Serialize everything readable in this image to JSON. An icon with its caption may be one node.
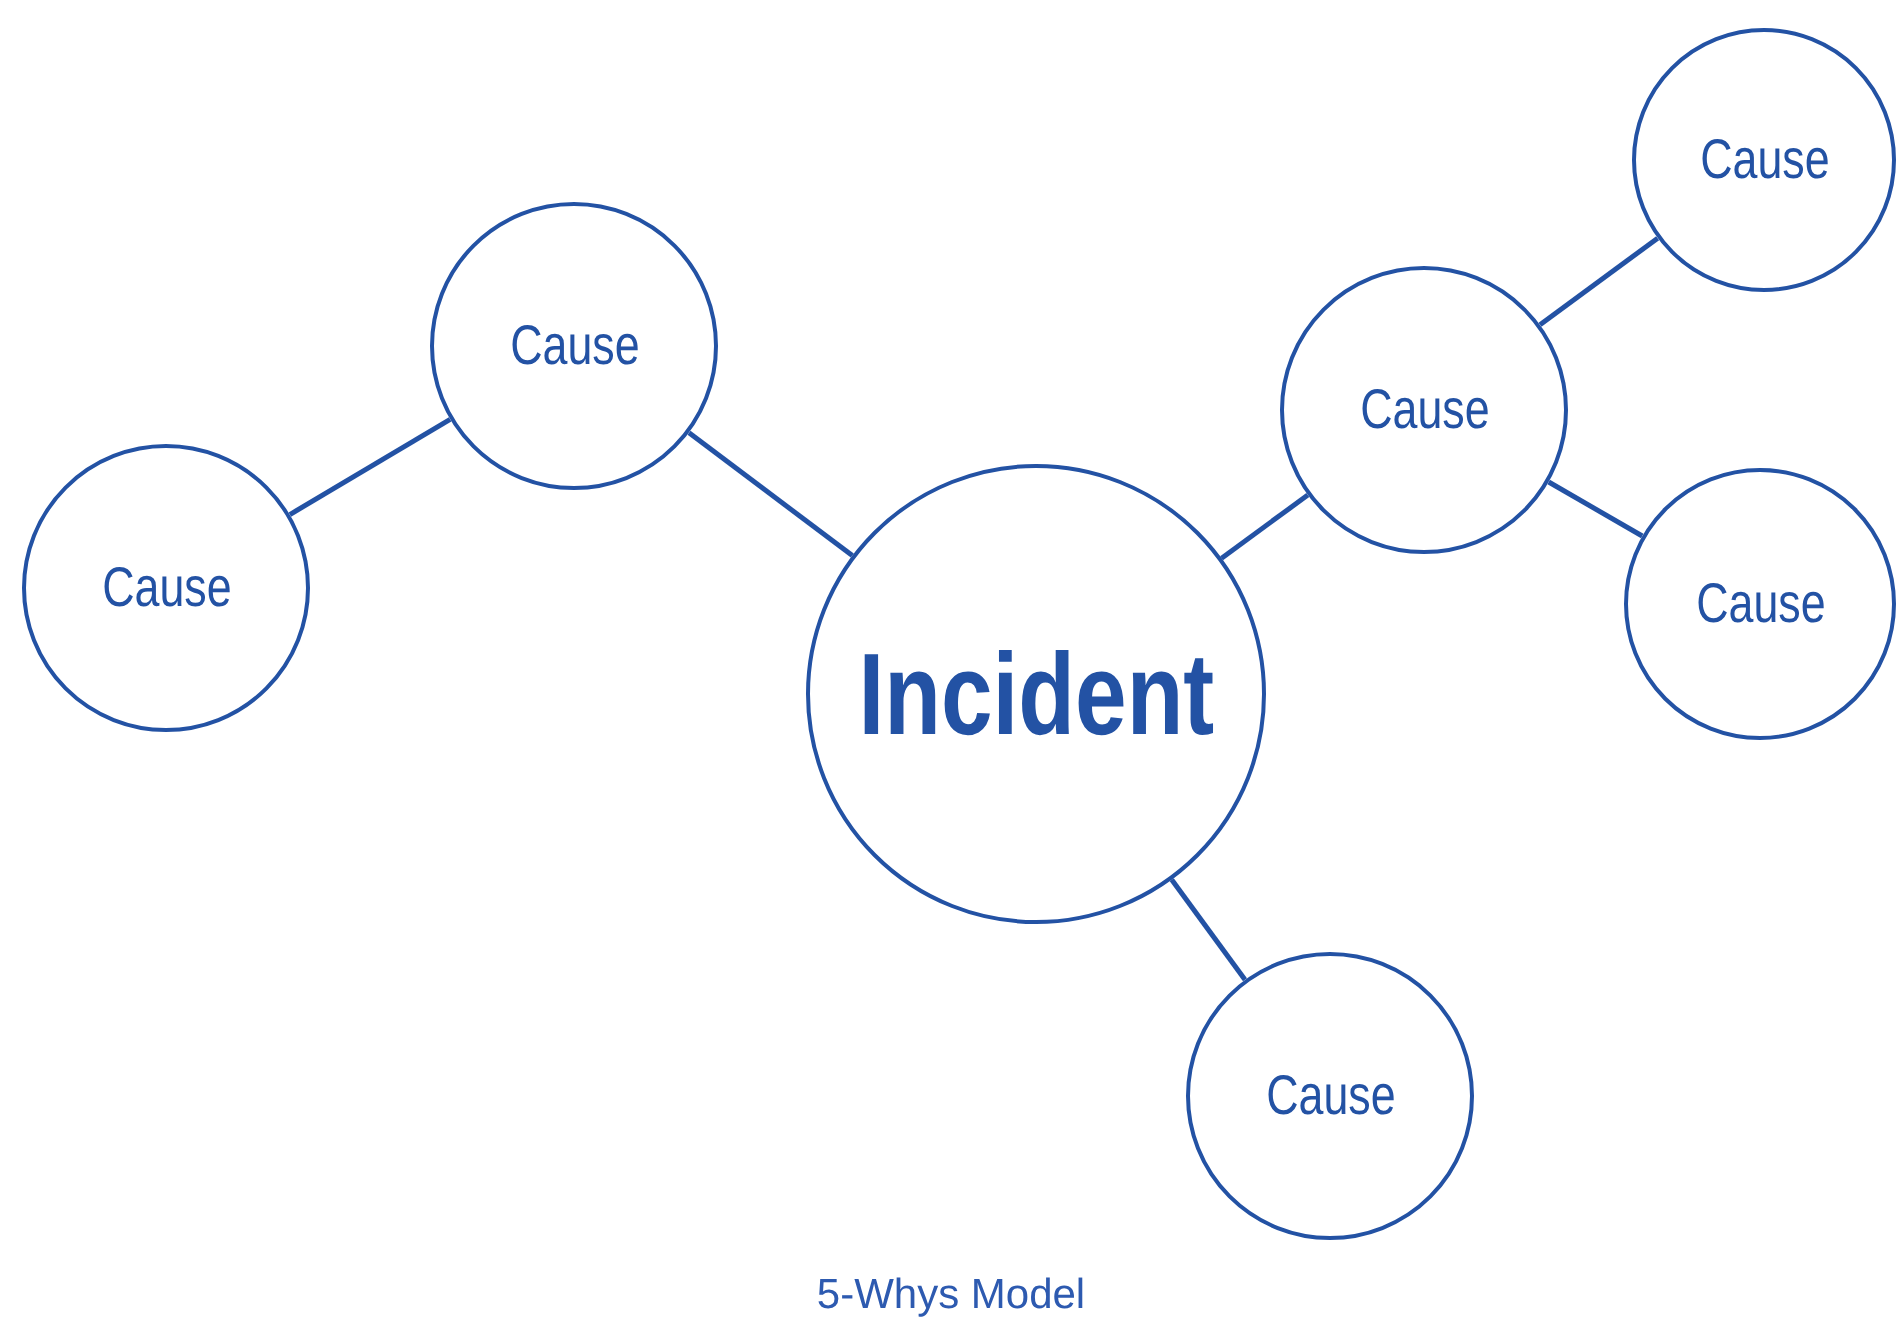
{
  "diagram": {
    "caption": "5-Whys Model",
    "nodes": [
      {
        "text": [
          "Cause"
        ]
      },
      {
        "text": [
          "Cause"
        ]
      },
      {
        "text": [
          "Cause"
        ]
      },
      {
        "text": [
          "Cause"
        ]
      },
      {
        "text": [
          "Incident"
        ]
      },
      {
        "text": [
          "Cause"
        ]
      },
      {
        "text": [
          "Cause"
        ]
      }
    ],
    "edges": [
      {
        "from": 4,
        "to": 0,
        "arrow": "none"
      },
      {
        "from": 0,
        "to": 1,
        "arrow": "none"
      },
      {
        "from": 4,
        "to": 3,
        "arrow": "none"
      },
      {
        "from": 3,
        "to": 2,
        "arrow": "none"
      },
      {
        "from": 3,
        "to": 5,
        "arrow": "none"
      },
      {
        "from": 4,
        "to": 6,
        "arrow": "none"
      }
    ]
  }
}
